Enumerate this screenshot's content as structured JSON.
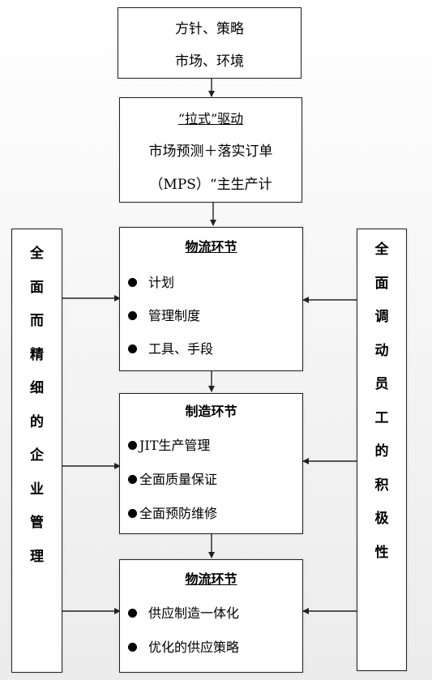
{
  "box_policy": {
    "lines": [
      "方针、策略",
      "市场、环境"
    ]
  },
  "box_pull": {
    "title": "“拉式”驱动",
    "lines": [
      "市场预测＋落实订单",
      "（MPS）“主生产计"
    ]
  },
  "box_logistics1": {
    "title": "物流环节",
    "items": [
      "计划",
      "管理制度",
      "工具、手段"
    ]
  },
  "box_manufacturing": {
    "title": "制造环节",
    "items": [
      "JIT生产管理",
      "全面质量保证",
      "全面预防维修"
    ]
  },
  "box_logistics2": {
    "title": "物流环节",
    "items": [
      "供应制造一体化",
      "优化的供应策略"
    ]
  },
  "left_column": {
    "chars": [
      "全",
      "面",
      "而",
      "精",
      "细",
      "的",
      "企",
      "业",
      "管",
      "理"
    ]
  },
  "right_column": {
    "chars": [
      "全",
      "面",
      "调",
      "动",
      "员",
      "工",
      "的",
      "积",
      "极",
      "性"
    ]
  },
  "colors": {
    "line": "#222222",
    "box_fill": "#ffffff"
  },
  "icons": [
    "bullet-dot",
    "arrow-head"
  ]
}
